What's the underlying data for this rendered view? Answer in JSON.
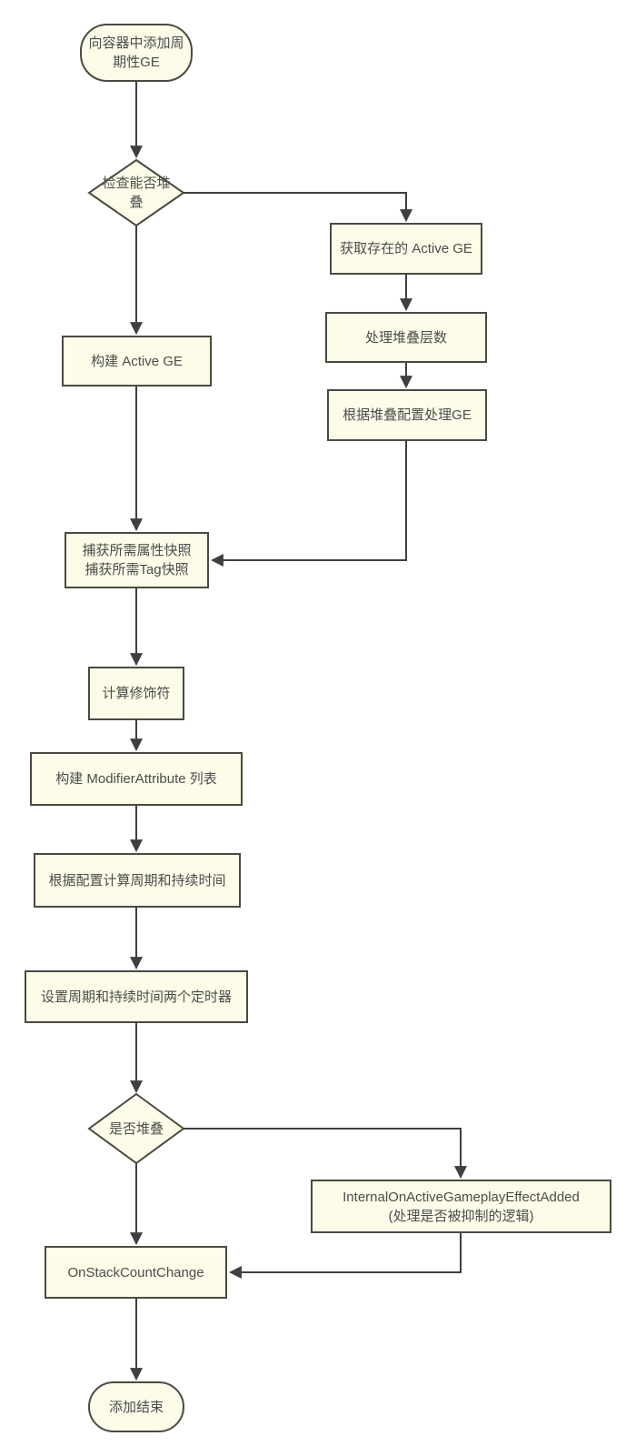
{
  "diagram": {
    "type": "flowchart",
    "colors": {
      "node_fill": "#fcfce8",
      "node_border": "#4a4a42",
      "edge": "#3f3f3f",
      "text": "#4c4c4c",
      "bg": "#ffffff"
    },
    "nodes": {
      "start": {
        "shape": "stadium",
        "label": "向容器中添加周\n期性GE"
      },
      "check_can_stack": {
        "shape": "diamond",
        "label": "检查能否堆\n叠"
      },
      "get_existing_active_ge": {
        "shape": "rect",
        "label": "获取存在的 Active GE"
      },
      "handle_stack_count": {
        "shape": "rect",
        "label": "处理堆叠层数"
      },
      "handle_ge_by_stack_config": {
        "shape": "rect",
        "label": "根据堆叠配置处理GE"
      },
      "build_active_ge": {
        "shape": "rect",
        "label": "构建 Active GE"
      },
      "capture_snapshots": {
        "shape": "rect",
        "label": "捕获所需属性快照\n捕获所需Tag快照"
      },
      "calc_modifiers": {
        "shape": "rect",
        "label": "计算修饰符"
      },
      "build_modifier_attribute_list": {
        "shape": "rect",
        "label": "构建 ModifierAttribute 列表"
      },
      "calc_period_and_duration": {
        "shape": "rect",
        "label": "根据配置计算周期和持续时间"
      },
      "set_two_timers": {
        "shape": "rect",
        "label": "设置周期和持续时间两个定时器"
      },
      "is_stacked": {
        "shape": "diamond",
        "label": "是否堆叠"
      },
      "internal_on_active_ge_added": {
        "shape": "rect",
        "label": "InternalOnActiveGameplayEffectAdded\n(处理是否被抑制的逻辑)"
      },
      "on_stack_count_change": {
        "shape": "rect",
        "label": "OnStackCountChange"
      },
      "end": {
        "shape": "stadium",
        "label": "添加结束"
      }
    },
    "edges": [
      {
        "from": "start",
        "to": "check_can_stack"
      },
      {
        "from": "check_can_stack",
        "to": "get_existing_active_ge"
      },
      {
        "from": "get_existing_active_ge",
        "to": "handle_stack_count"
      },
      {
        "from": "handle_stack_count",
        "to": "handle_ge_by_stack_config"
      },
      {
        "from": "handle_ge_by_stack_config",
        "to": "capture_snapshots"
      },
      {
        "from": "check_can_stack",
        "to": "build_active_ge"
      },
      {
        "from": "build_active_ge",
        "to": "capture_snapshots"
      },
      {
        "from": "capture_snapshots",
        "to": "calc_modifiers"
      },
      {
        "from": "calc_modifiers",
        "to": "build_modifier_attribute_list"
      },
      {
        "from": "build_modifier_attribute_list",
        "to": "calc_period_and_duration"
      },
      {
        "from": "calc_period_and_duration",
        "to": "set_two_timers"
      },
      {
        "from": "set_two_timers",
        "to": "is_stacked"
      },
      {
        "from": "is_stacked",
        "to": "internal_on_active_ge_added"
      },
      {
        "from": "is_stacked",
        "to": "on_stack_count_change"
      },
      {
        "from": "internal_on_active_ge_added",
        "to": "on_stack_count_change"
      },
      {
        "from": "on_stack_count_change",
        "to": "end"
      }
    ]
  }
}
